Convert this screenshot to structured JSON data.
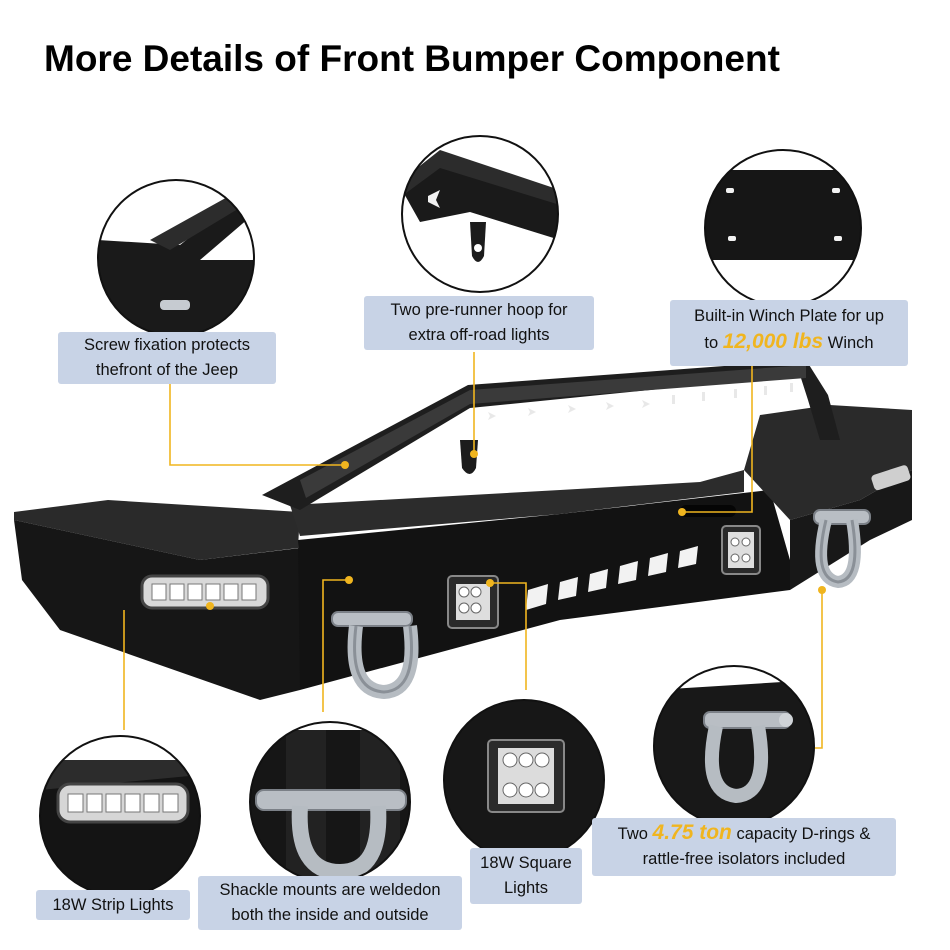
{
  "title": "More Details of Front Bumper Component",
  "colors": {
    "accent": "#f0b51f",
    "label_bg": "#c8d3e6",
    "bumper": "#141414"
  },
  "callouts": {
    "screw": {
      "line1": "Screw fixation protects",
      "line2": "thefront of the Jeep"
    },
    "hoop": {
      "line1": "Two pre-runner hoop for",
      "line2": "extra off-road lights"
    },
    "winch": {
      "line1": "Built-in Winch Plate for up",
      "line2_pre": "to ",
      "line2_value": "12,000 lbs",
      "line2_post": " Winch"
    },
    "strip": {
      "line1": "18W Strip Lights"
    },
    "shackle": {
      "line1": "Shackle mounts are weldedon",
      "line2": "both the inside and outside"
    },
    "square": {
      "line1": "18W Square",
      "line2": "Lights"
    },
    "drings": {
      "line1_pre": "Two ",
      "line1_value": "4.75 ton",
      "line1_post": " capacity D-rings &",
      "line2": "rattle-free isolators included"
    }
  }
}
